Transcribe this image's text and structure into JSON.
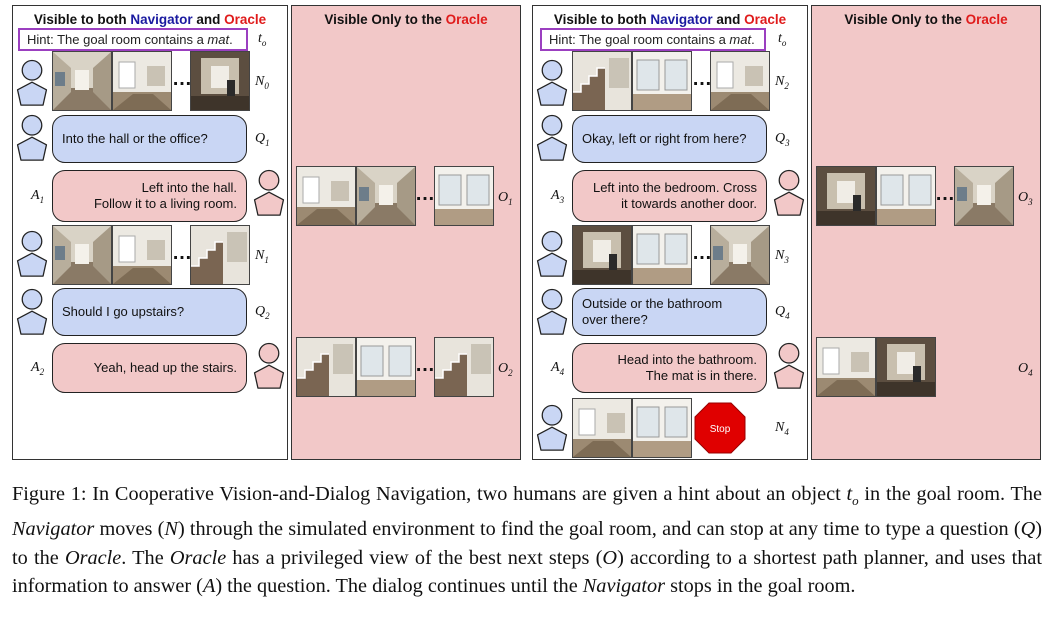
{
  "panels": {
    "both_prefix": "Visible to both ",
    "navigator": "Navigator",
    "and": " and ",
    "oracle": "Oracle",
    "only_prefix": "Visible Only to the "
  },
  "hint": {
    "prefix": "Hint: The goal room contains a ",
    "object": "mat",
    "suffix": "."
  },
  "labels": {
    "t": "t",
    "t_sub": "o",
    "N0": "N",
    "N0s": "0",
    "N1": "N",
    "N1s": "1",
    "N2": "N",
    "N2s": "2",
    "N3": "N",
    "N3s": "3",
    "N4": "N",
    "N4s": "4",
    "Q1": "Q",
    "Q1s": "1",
    "Q2": "Q",
    "Q2s": "2",
    "Q3": "Q",
    "Q3s": "3",
    "Q4": "Q",
    "Q4s": "4",
    "A1": "A",
    "A1s": "1",
    "A2": "A",
    "A2s": "2",
    "A3": "A",
    "A3s": "3",
    "A4": "A",
    "A4s": "4",
    "O1": "O",
    "O1s": "1",
    "O2": "O",
    "O2s": "2",
    "O3": "O",
    "O3s": "3",
    "O4": "O",
    "O4s": "4"
  },
  "dialog": {
    "q1": "Into the hall or the office?",
    "a1_l1": "Left into the hall.",
    "a1_l2": "Follow it to a living room.",
    "q2": "Should I go upstairs?",
    "a2": "Yeah, head up the stairs.",
    "q3": "Okay, left or right from here?",
    "a3_l1": "Left into the bedroom. Cross",
    "a3_l2": "it towards another door.",
    "q4_l1": "Outside or the bathroom",
    "q4_l2": "over there?",
    "a4_l1": "Head into the bathroom.",
    "a4_l2": "The mat is in there."
  },
  "stop_label": "Stop",
  "ellipsis": "…",
  "caption": {
    "p1": "Figure 1: In Cooperative Vision-and-Dialog Navigation, two humans are given a hint about an object ",
    "t": "t",
    "t_sub": "o",
    "p2": " in the goal room. The ",
    "nav1": "Navigator",
    "p3": " moves (",
    "N": "N",
    "p4": ") through the simulated environment to find the goal room, and can stop at any time to type a question (",
    "Q": "Q",
    "p5": ") to the ",
    "ora1": "Oracle",
    "p6": ". The ",
    "ora2": "Oracle",
    "p7": " has a privileged view of the best next steps (",
    "O": "O",
    "p8": ") according to a shortest path planner, and uses that information to answer (",
    "A": "A",
    "p9": ") the question. The dialog continues until the ",
    "nav2": "Navigator",
    "p10": " stops in the goal room."
  },
  "colors": {
    "navigator": "#1a1aa0",
    "oracle": "#e01b1b",
    "question_bg": "#c9d6f4",
    "answer_bg": "#f2c8c8",
    "oracle_panel": "#f2c8c8",
    "hint_border": "#9b3fc0",
    "avatar_fill": "#c9d6f4",
    "stop": "#e00000"
  }
}
